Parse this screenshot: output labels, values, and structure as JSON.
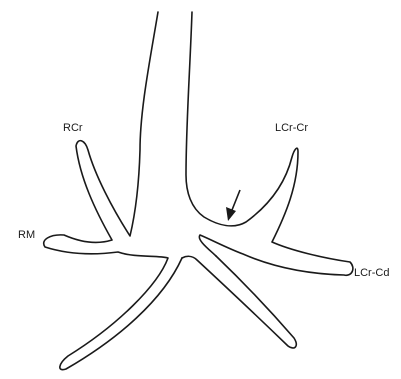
{
  "labels": {
    "rcr": "RCr",
    "rm": "RM",
    "lcr_cr": "LCr-Cr",
    "lcr_cd": "LCr-Cd"
  },
  "colors": {
    "stroke": "#1a1a1a",
    "background": "#ffffff"
  }
}
